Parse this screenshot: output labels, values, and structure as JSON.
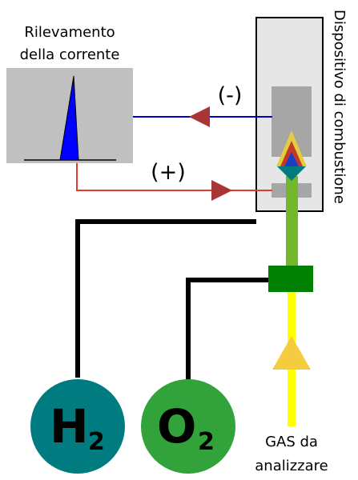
{
  "current_detection": {
    "title_line1": "Rilevamento",
    "title_line2": "della corrente",
    "panel_color": "#c0c0c0",
    "peak_color": "#0000ff"
  },
  "combustion_device": {
    "label": "Dispositivo di combustione",
    "box_fill": "#e6e6e6"
  },
  "electrodes": {
    "negative_label": "(-)",
    "positive_label": "(+)",
    "negative_wire_color": "#0000cc",
    "positive_wire_color": "#e53a2e",
    "arrow_color": "#a83434"
  },
  "gases": {
    "h2": {
      "symbol": "H",
      "subscript": "2",
      "color": "#007c80"
    },
    "o2": {
      "symbol": "O",
      "subscript": "2",
      "color": "#32a23a"
    }
  },
  "sample": {
    "label_line1": "GAS da",
    "label_line2": "analizzare",
    "line_color": "#ffff00",
    "arrow_color": "#f5cc3f"
  },
  "flow": {
    "mixed_tube_color": "#72b82a",
    "mixer_color": "#008000",
    "pipe_color": "#000000"
  },
  "flame": {
    "outer_color": "#e3cc3f",
    "middle_color": "#c0392b",
    "inner_color": "#1a3ec8",
    "nozzle_color": "#007c80"
  }
}
